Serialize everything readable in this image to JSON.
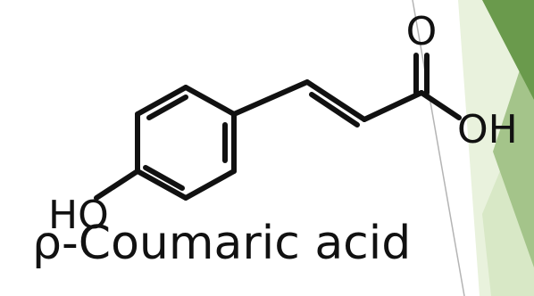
{
  "slide": {
    "caption": "ρ-Coumaric acid",
    "accent_colors": {
      "dark_green": "#6a9a4c",
      "mid_green": "#a4c48a",
      "light_green": "#d8e8c6",
      "pale_green": "#e9f2dd",
      "divider_gray": "#b4b4b4"
    }
  },
  "structure": {
    "name": "ρ-Coumaric acid",
    "atoms": {
      "carbonyl_oxygen": "O",
      "hydroxyl_acid": "OH",
      "hydroxyl_phenol": "HO"
    }
  }
}
